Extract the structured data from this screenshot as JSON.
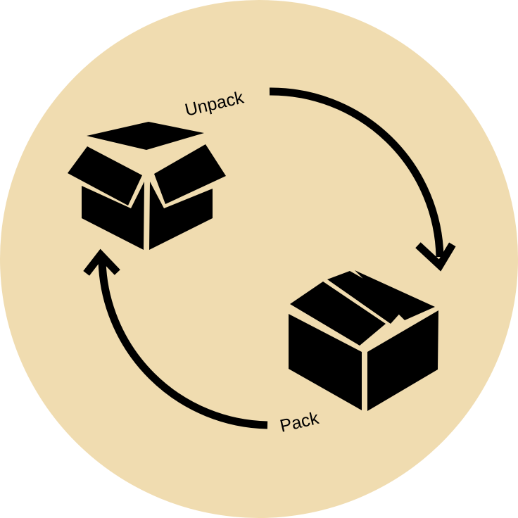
{
  "diagram": {
    "type": "cycle",
    "colors": {
      "background_circle": "#F0DCB0",
      "ink": "#000000"
    },
    "nodes": [
      {
        "id": "open-box",
        "icon": "open-box-icon"
      },
      {
        "id": "closed-box",
        "icon": "closed-box-icon"
      }
    ],
    "edges": [
      {
        "from": "open-box",
        "to": "closed-box",
        "label": "Unpack"
      },
      {
        "from": "closed-box",
        "to": "open-box",
        "label": "Pack"
      }
    ]
  }
}
